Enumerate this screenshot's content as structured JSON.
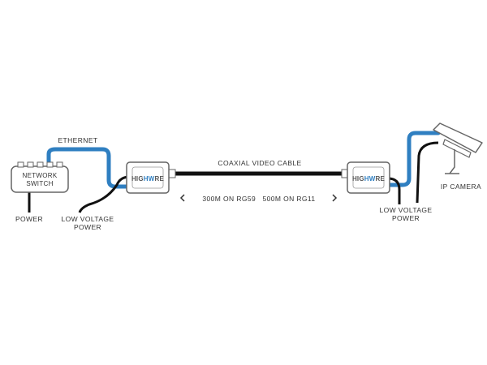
{
  "diagram": {
    "network_switch": {
      "line1": "NETWORK",
      "line2": "SWITCH"
    },
    "switch_power_label": "POWER",
    "ethernet_label": "ETHERNET",
    "low_voltage_left": {
      "line1": "LOW VOLTAGE",
      "line2": "POWER"
    },
    "low_voltage_right": {
      "line1": "LOW VOLTAGE",
      "line2": "POWER"
    },
    "coax_label": "COAXIAL VIDEO CABLE",
    "range_label": "300M ON RG59   500M ON RG11",
    "camera_label": "IP CAMERA",
    "logo": {
      "prefix": "HIG",
      "mid": "HW",
      "suffix": "RE"
    },
    "colors": {
      "ethernet": "#2f7fc1",
      "coax": "#111111",
      "outline": "#666666",
      "logo_accent": "#2f7fc1"
    }
  }
}
